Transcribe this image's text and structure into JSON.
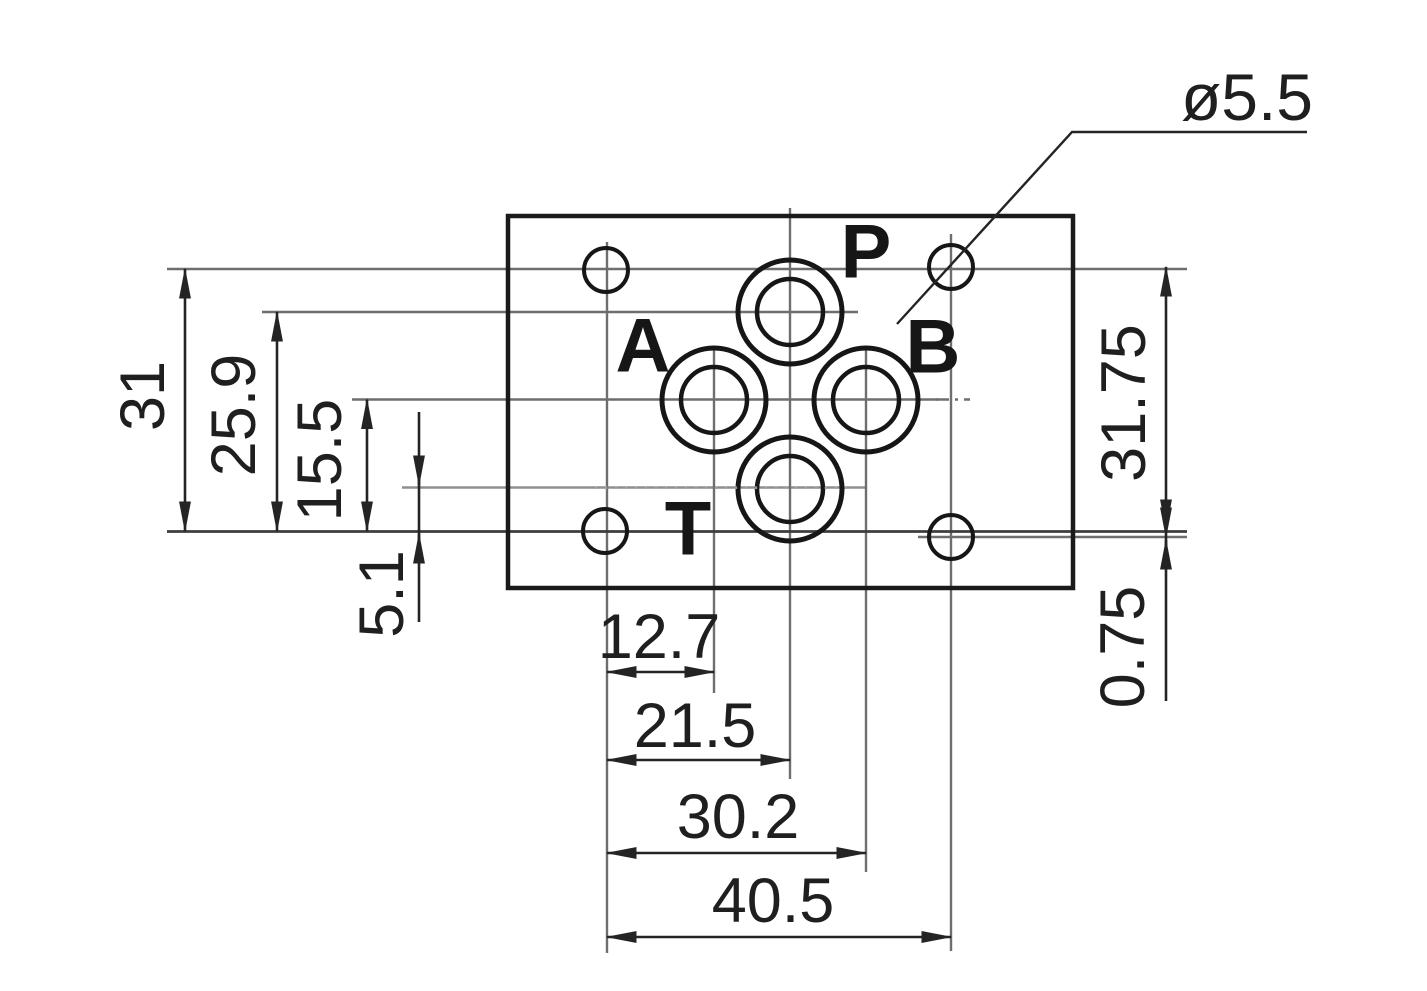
{
  "figure": {
    "background": "#ffffff",
    "ink": "#1c1c1c",
    "centerline_color": "#6e6e6e",
    "ports": {
      "p": "P",
      "a": "A",
      "b": "B",
      "t": "T"
    },
    "dims": {
      "left": [
        "31",
        "25.9",
        "15.5",
        "5.1"
      ],
      "bottom": [
        "12.7",
        "21.5",
        "30.2",
        "40.5"
      ],
      "right": [
        "31.75",
        "0.75"
      ],
      "callout": "ø5.5"
    },
    "watermark": "··························"
  }
}
